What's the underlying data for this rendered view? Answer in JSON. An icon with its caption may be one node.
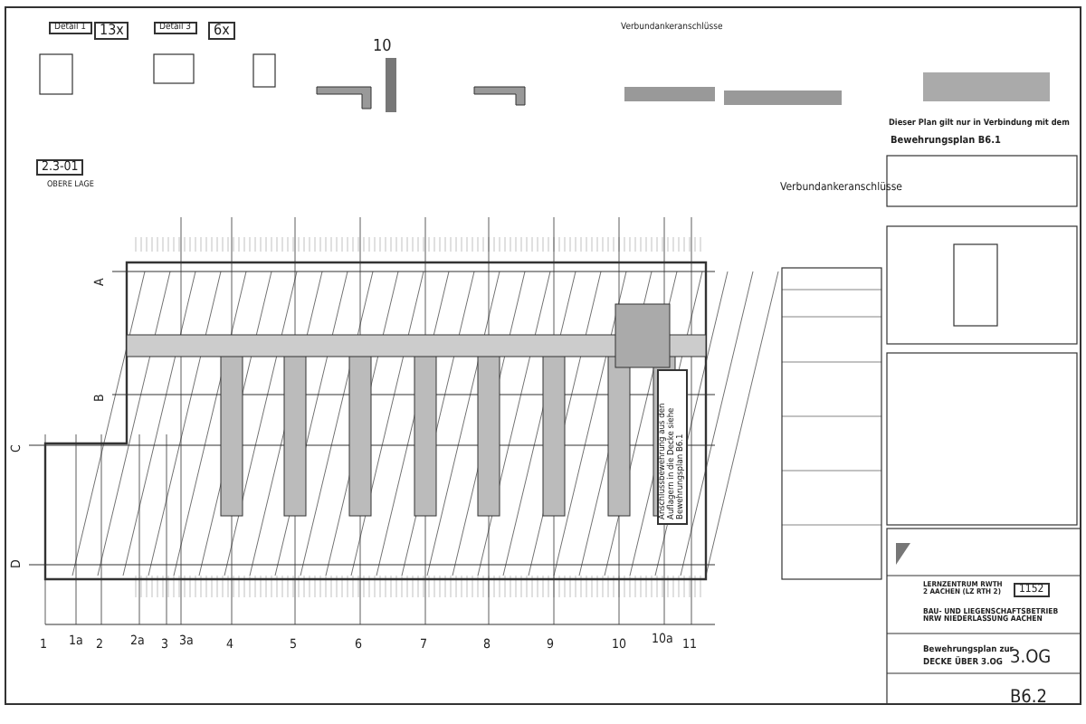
{
  "diagram": {
    "labels": [
      "Detail 1",
      "13x",
      "Detail 3",
      "6x",
      "10",
      "2.3-01",
      "OBERE LAGE",
      "Verbundankeranschlüsse",
      "Verbundankeranschlüsse",
      "Dieser Plan gilt nur in Verbindung mit dem",
      "Bewehrungsplan B6.1",
      "A",
      "B",
      "C",
      "D",
      "1",
      "1a",
      "2",
      "2a",
      "3",
      "3a",
      "4",
      "5",
      "6",
      "7",
      "8",
      "9",
      "10",
      "10a",
      "11",
      "Anschlussbewehrung aus den Auflagern in die Decke siehe Bewehrungsplan B6.1",
      "LERNZENTRUM RWTH 2 AACHEN (LZ RTH 2)",
      "1152",
      "BAU- UND LIEGENSCHAFTSBETRIEB NRW NIEDERLASSUNG AACHEN",
      "Bewehrungsplan zur",
      "DECKE ÜBER 3.OG",
      "3.OG",
      "B6.2"
    ]
  }
}
